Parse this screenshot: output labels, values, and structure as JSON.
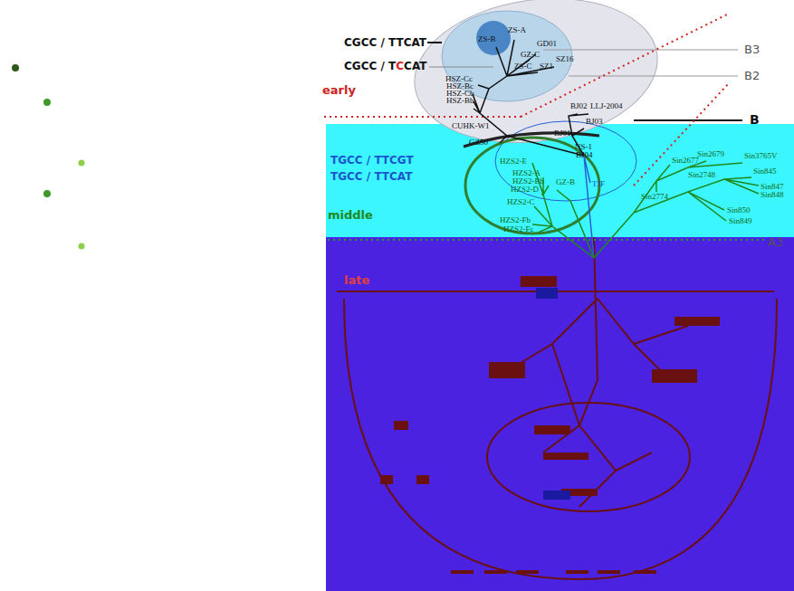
{
  "diagram": {
    "labels": [
      "CGCC / TTCAT",
      "CGCC / TCCAT",
      "early",
      "B3",
      "B2",
      "B",
      "ZS-A",
      "ZS-B",
      "GD01",
      "GZ-C",
      "ZS-C",
      "SZ1",
      "SZ16",
      "HSZ-Cc",
      "HSZ-Bc",
      "HSZ-Cb",
      "HSZ-Bb",
      "CUHK-W1",
      "GZ50",
      "BJ02",
      "LLJ-2004",
      "BJ03",
      "BJ01",
      "NS-1",
      "BJ04",
      "TJF",
      "TGCC / TTCGT",
      "TGCC / TTCAT",
      "middle",
      "A3",
      "HZS2-E",
      "HZS2-A",
      "HZS2-Bb",
      "HZS2-D",
      "HZS2-C",
      "HZS2-Fb",
      "HZS2-Fc",
      "GZ-B",
      "Sin2677",
      "Sin2679",
      "Sin3765V",
      "Sin2748",
      "Sin2774",
      "Sin845",
      "Sin847",
      "Sin848",
      "Sin850",
      "Sin849",
      "late"
    ]
  }
}
